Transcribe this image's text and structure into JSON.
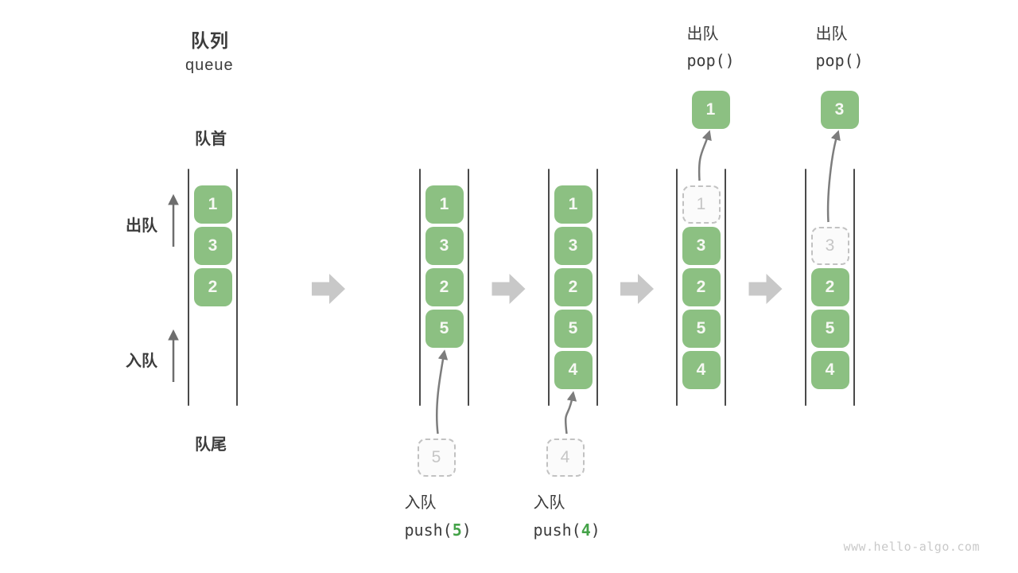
{
  "title": {
    "zh": "队列",
    "en": "queue"
  },
  "labels": {
    "front": "队首",
    "rear": "队尾",
    "dequeue": "出队",
    "enqueue": "入队"
  },
  "watermark": "www.hello-algo.com",
  "colors": {
    "accent_green": "#44a248",
    "box_green": "#8cc082",
    "box_text": "#f7f9f4",
    "dark_text": "#3c3c3c",
    "wall": "#4a4a4a",
    "ghost_border": "#c2c2c2",
    "ghost_text": "#c6c6c6",
    "small_arrow": "#6e6e6e",
    "curved_arrow": "#7d7d7d",
    "block_arrow": "#c8c8c8"
  },
  "states": [
    {
      "cells": [
        {
          "v": "1"
        },
        {
          "v": "3"
        },
        {
          "v": "2"
        }
      ]
    },
    {
      "cells": [
        {
          "v": "1"
        },
        {
          "v": "3"
        },
        {
          "v": "2"
        },
        {
          "v": "5"
        }
      ],
      "incoming": {
        "value": "5"
      },
      "caption": {
        "label": "入队",
        "code_prefix": "push(",
        "code_arg": "5",
        "code_suffix": ")"
      }
    },
    {
      "cells": [
        {
          "v": "1"
        },
        {
          "v": "3"
        },
        {
          "v": "2"
        },
        {
          "v": "5"
        },
        {
          "v": "4"
        }
      ],
      "incoming": {
        "value": "4"
      },
      "caption": {
        "label": "入队",
        "code_prefix": "push(",
        "code_arg": "4",
        "code_suffix": ")"
      }
    },
    {
      "cells": [
        {
          "v": "1",
          "ghost": true
        },
        {
          "v": "3"
        },
        {
          "v": "2"
        },
        {
          "v": "5"
        },
        {
          "v": "4"
        }
      ],
      "outgoing": {
        "value": "1"
      },
      "header": {
        "label": "出队",
        "code": "pop()"
      }
    },
    {
      "start_slot": 1,
      "cells": [
        {
          "v": "3",
          "ghost": true
        },
        {
          "v": "2"
        },
        {
          "v": "5"
        },
        {
          "v": "4"
        }
      ],
      "outgoing": {
        "value": "3"
      },
      "header": {
        "label": "出队",
        "code": "pop()"
      }
    }
  ]
}
